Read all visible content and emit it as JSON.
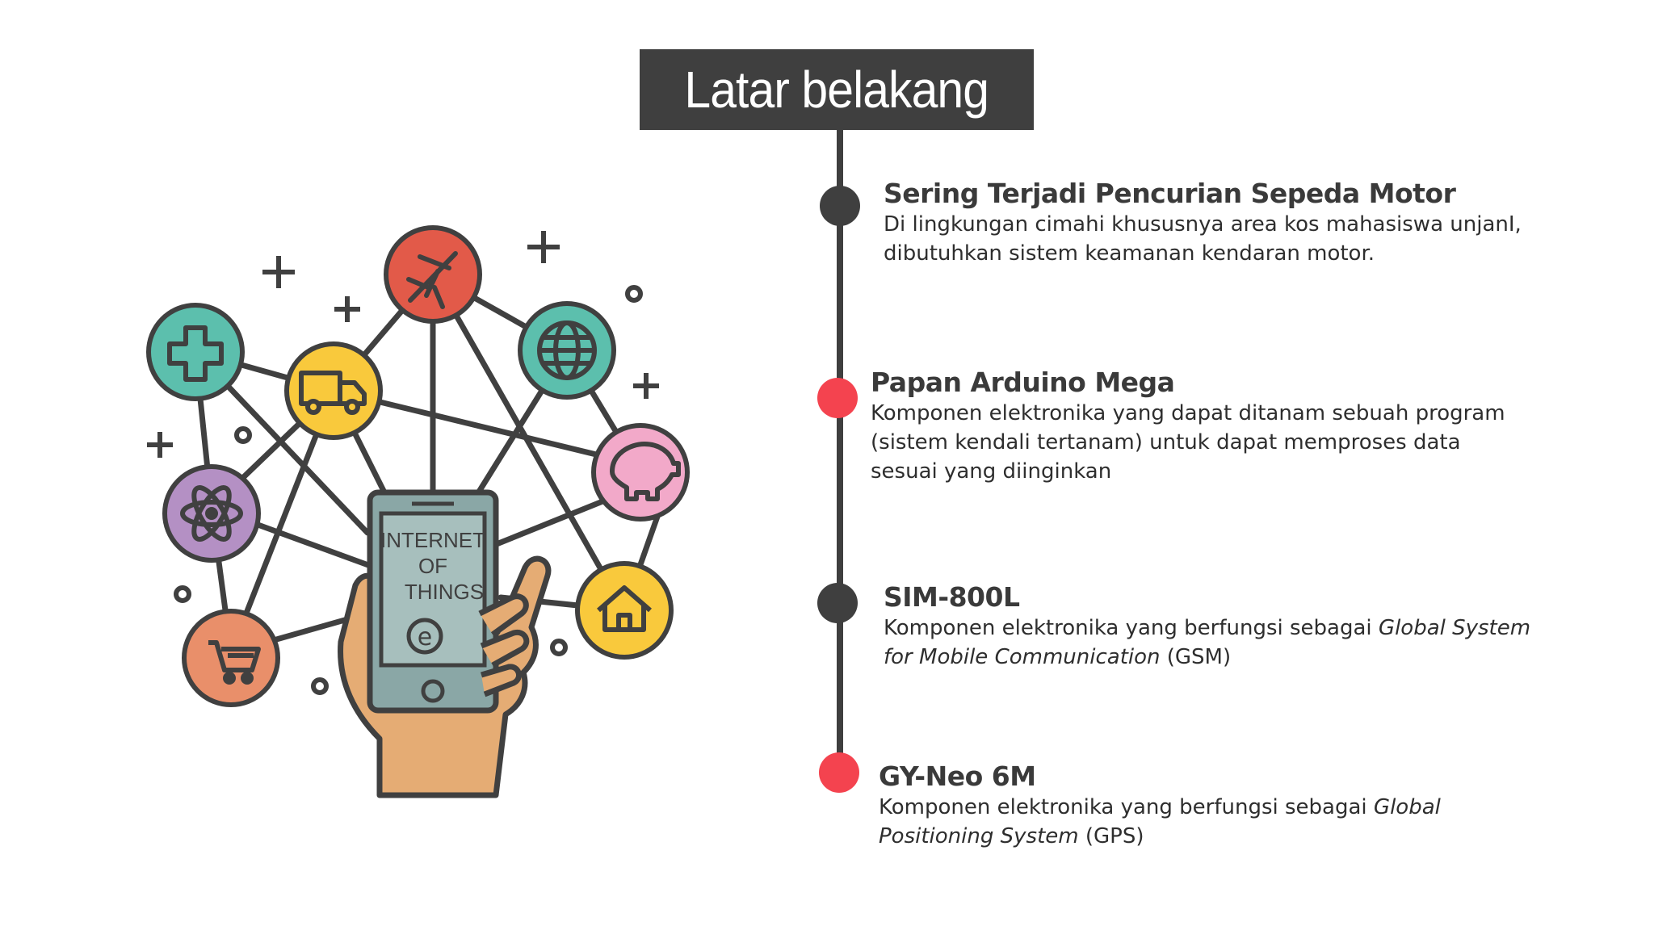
{
  "slide": {
    "title": "Latar belakang"
  },
  "timeline": {
    "items": [
      {
        "title": "Sering Terjadi Pencurian Sepeda Motor",
        "desc_line1": "Di lingkungan cimahi khususnya area kos mahasiswa unjanI,",
        "desc_line2": "dibutuhkan sistem keamanan kendaran motor."
      },
      {
        "title": "Papan Arduino Mega",
        "desc_line1": "Komponen elektronika yang dapat ditanam sebuah program",
        "desc_line2": "(sistem kendali tertanam) untuk dapat memproses data",
        "desc_line3": "sesuai yang diinginkan"
      },
      {
        "title": "SIM-800L",
        "desc_prefix": "Komponen elektronika yang berfungsi sebagai ",
        "desc_italic1": "Global System",
        "desc_italic2": "for Mobile Communication",
        "desc_suffix": " (GSM)"
      },
      {
        "title": "GY-Neo 6M",
        "desc_prefix": "Komponen elektronika yang berfungsi sebagai ",
        "desc_italic1": "Global",
        "desc_italic2": "Positioning System",
        "desc_suffix": " (GPS)"
      }
    ]
  },
  "illustration": {
    "phone_line1": "INTERNET",
    "phone_line2": "OF",
    "phone_line3": "THINGS",
    "phone_logo": "e",
    "icons": [
      "medical-cross-icon",
      "airplane-icon",
      "globe-icon",
      "truck-icon",
      "piggy-bank-icon",
      "atom-icon",
      "house-icon",
      "shopping-cart-icon"
    ],
    "colors": {
      "teal": "#5cbfad",
      "red": "#e25a49",
      "yellow": "#f9c93c",
      "purple": "#b490c4",
      "pink": "#f2a9c9",
      "orange": "#e98f6a",
      "outline": "#404040",
      "hand": "#e5ac74",
      "phone": "#8aa7a6"
    }
  },
  "accent_colors": {
    "dark": "#3f3f3f",
    "red": "#f4434f"
  }
}
